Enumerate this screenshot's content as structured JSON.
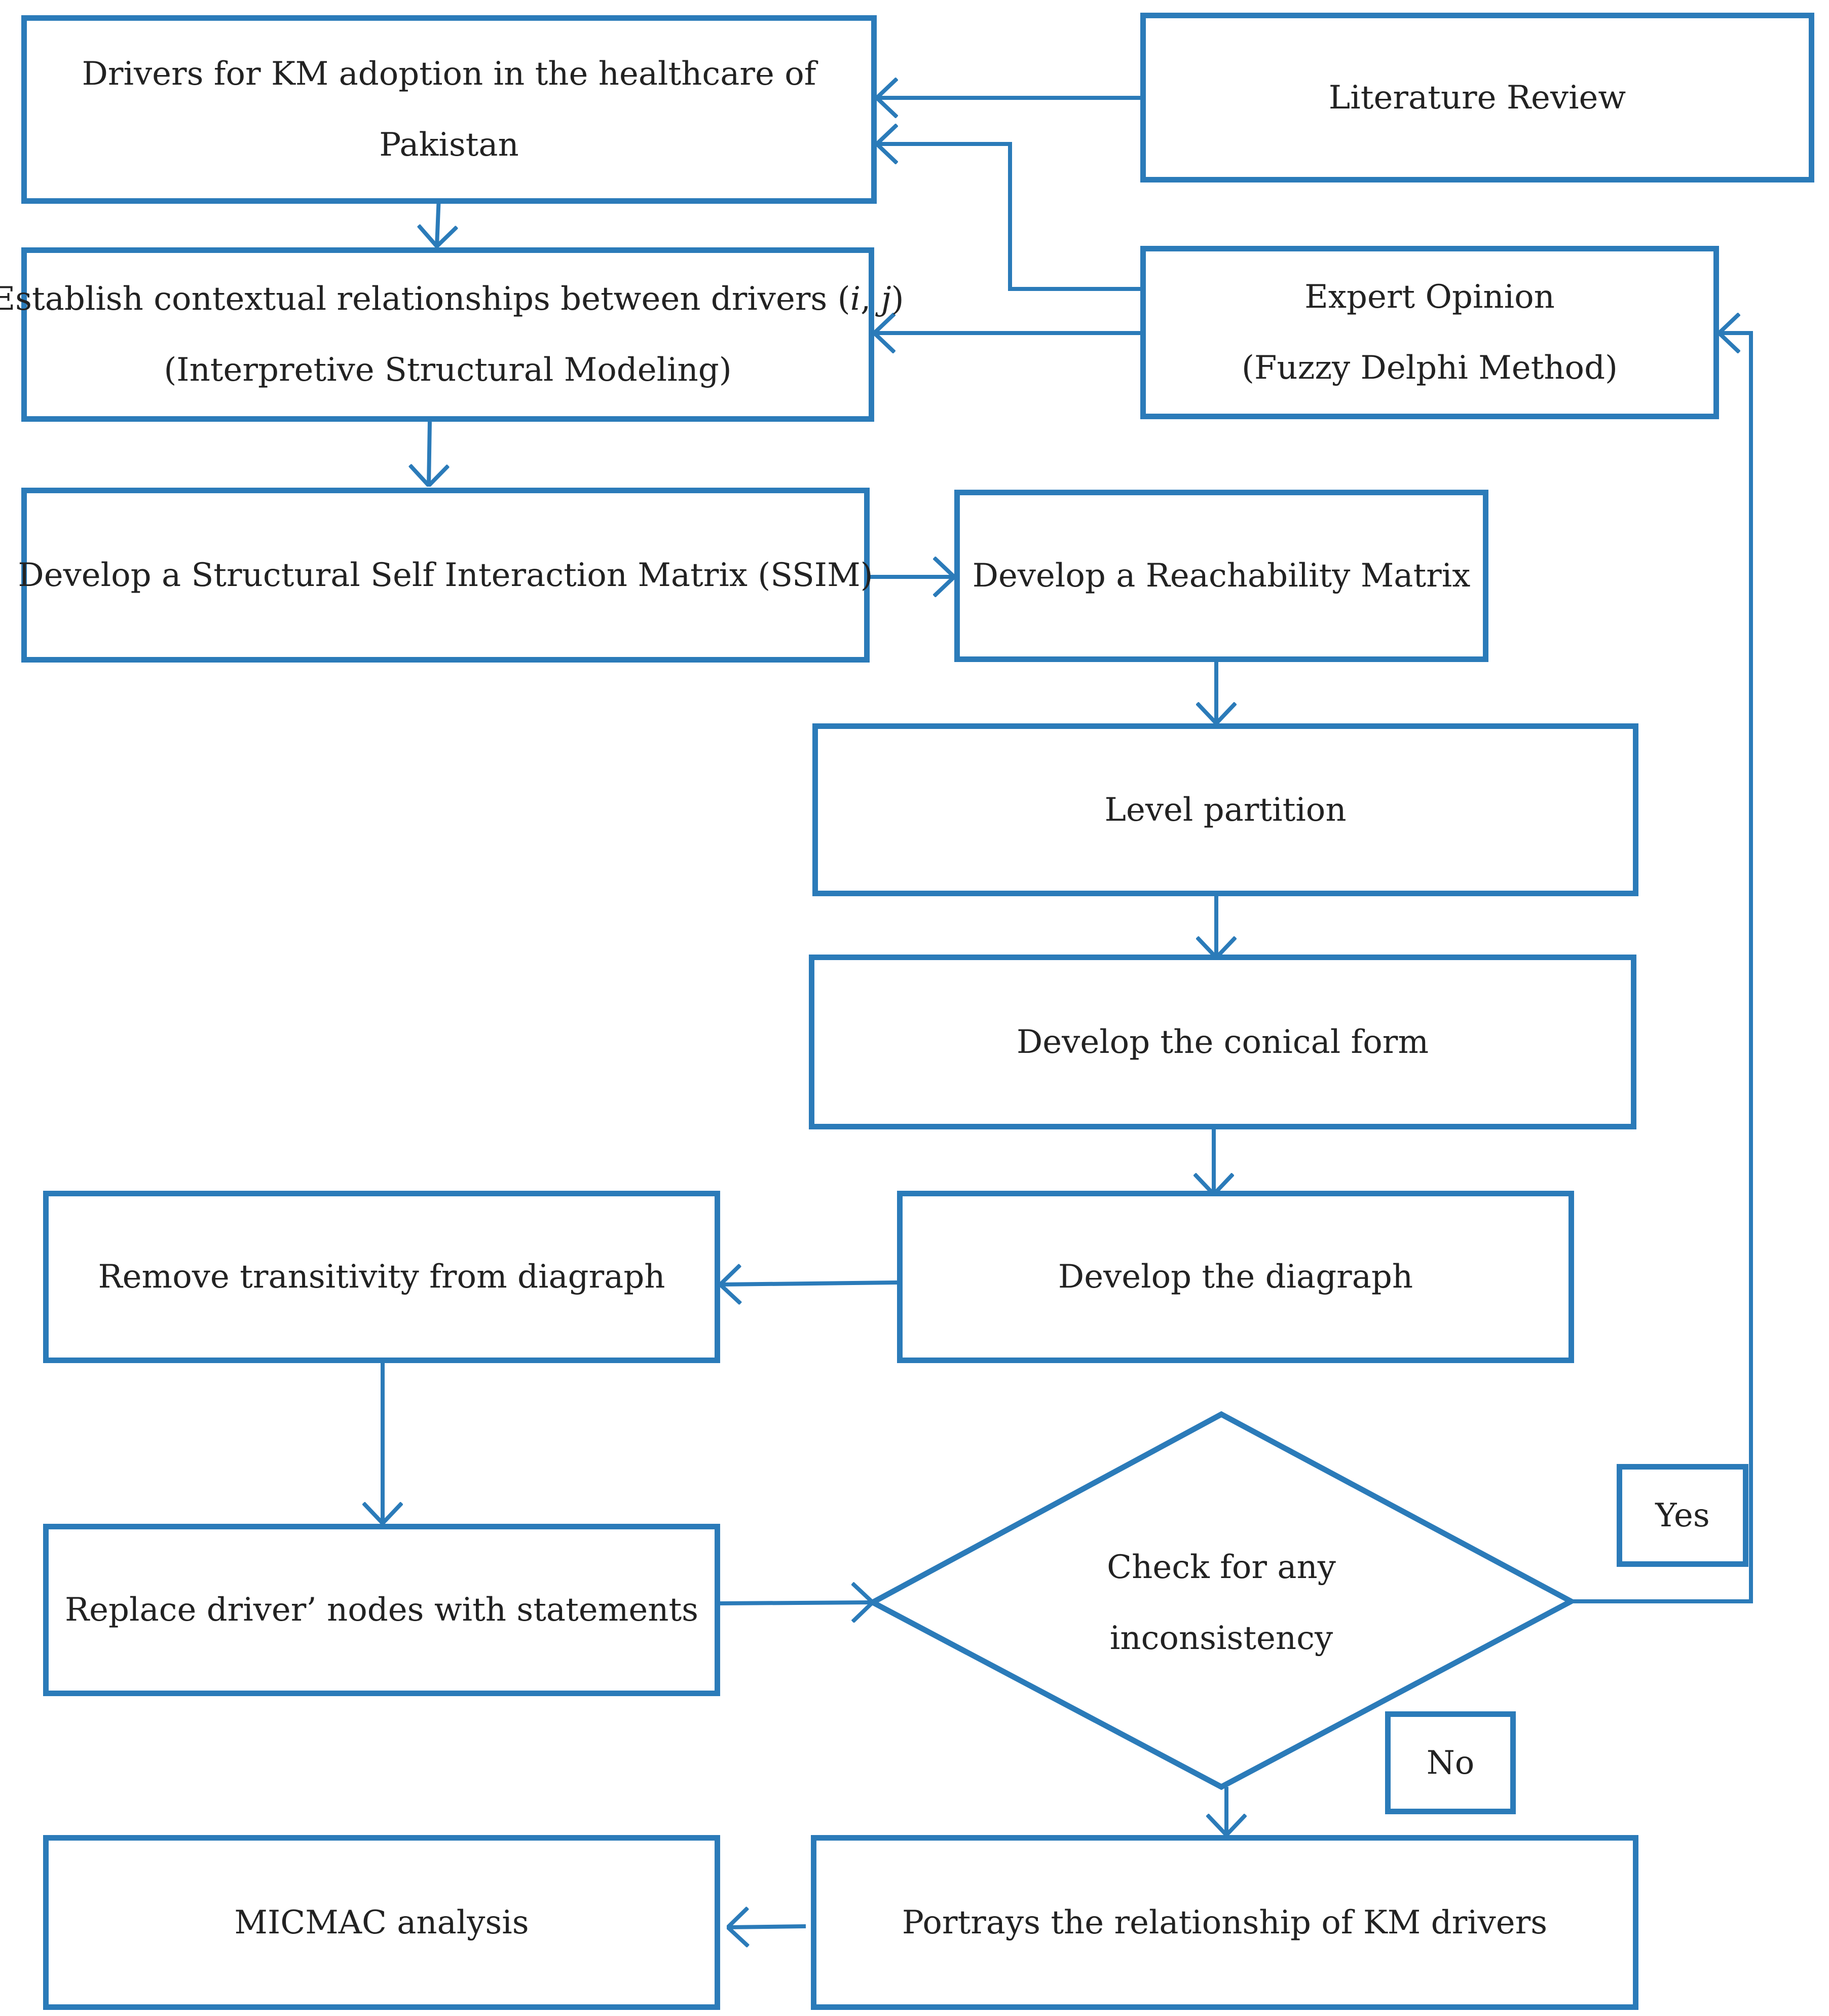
{
  "colors": {
    "stroke": "#2B7BB9",
    "text": "#222222",
    "background": "#ffffff"
  },
  "nodes": {
    "drivers": {
      "line1": "Drivers for KM adoption in the healthcare of",
      "line2": "Pakistan"
    },
    "literature": {
      "line1": "Literature Review"
    },
    "establish": {
      "line1_prefix": "Establish contextual relationships between drivers (",
      "line1_i": "i",
      "line1_sep": ", ",
      "line1_j": "j",
      "line1_suffix": ")",
      "line2": "(Interpretive Structural Modeling)"
    },
    "expert": {
      "line1": "Expert Opinion",
      "line2": "(Fuzzy Delphi Method)"
    },
    "ssim": {
      "line1": "Develop a Structural Self Interaction Matrix (SSIM)"
    },
    "reachability": {
      "line1": "Develop a Reachability Matrix"
    },
    "level": {
      "line1": "Level partition"
    },
    "conical": {
      "line1": "Develop the conical form"
    },
    "diagraph": {
      "line1": "Develop the diagraph"
    },
    "transitivity": {
      "line1": "Remove transitivity from diagraph"
    },
    "replace": {
      "line1": "Replace driver’ nodes with statements"
    },
    "decision": {
      "line1": "Check for any",
      "line2": "inconsistency"
    },
    "portrays": {
      "line1": "Portrays the relationship of KM drivers"
    },
    "micmac": {
      "line1": "MICMAC analysis"
    }
  },
  "labels": {
    "yes": "Yes",
    "no": "No"
  }
}
